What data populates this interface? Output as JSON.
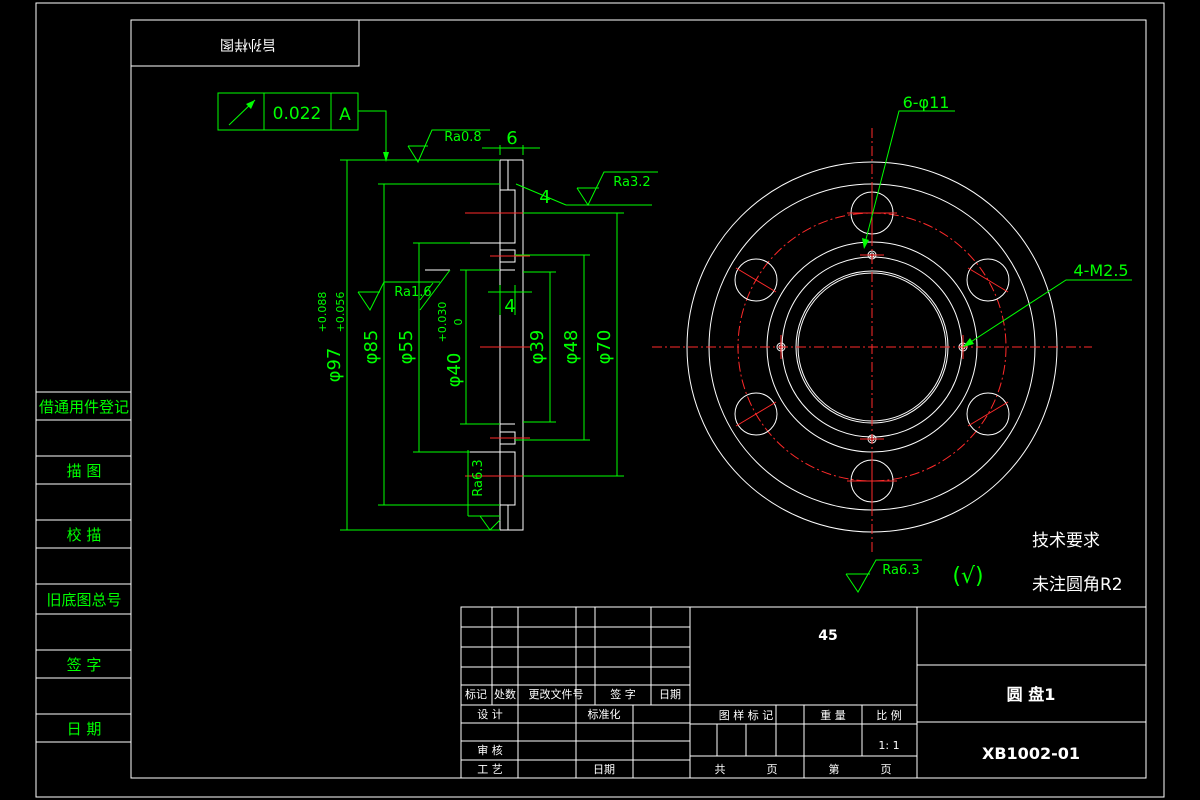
{
  "stamp_top": "旨孙样图",
  "side_column": {
    "labels": [
      "借通用件登记",
      "描 图",
      "校 描",
      "旧底图总号",
      "签 字",
      "日 期"
    ]
  },
  "geometric_tolerance": {
    "value": "0.022",
    "datum": "A"
  },
  "roughness": {
    "ra08": "Ra0.8",
    "ra32": "Ra3.2",
    "ra16": "Ra1.6",
    "ra63_left": "Ra6.3",
    "ra63_general": "Ra6.3"
  },
  "general_roughness_other": "(√)",
  "dimensions": {
    "d6": "6",
    "d4a": "4",
    "d4b": "4",
    "d97": "φ97",
    "d97_tol_upper": "+0.088",
    "d97_tol_lower": "+0.056",
    "d85": "φ85",
    "d55": "φ55",
    "d40": "φ40",
    "d40_tol_upper": "+0.030",
    "d40_tol_lower": "0",
    "d39": "φ39",
    "d48": "φ48",
    "d70": "φ70"
  },
  "callouts": {
    "holes": "6-φ11",
    "threads": "4-M2.5"
  },
  "tech_requirements": {
    "title": "技术要求",
    "line1": "未注圆角R2"
  },
  "title_block": {
    "material": "45",
    "part_name": "圆 盘1",
    "drawing_no": "XB1002-01",
    "rev_headers": [
      "标记",
      "处数",
      "更改文件号",
      "签 字",
      "日期"
    ],
    "design": "设 计",
    "standardization": "标准化",
    "review": "审 核",
    "process": "工 艺",
    "date": "日期",
    "pattern_mark": "图 样 标 记",
    "weight": "重 量",
    "scale_label": "比 例",
    "scale_value": "1: 1",
    "total": "共",
    "page_of": "页",
    "sheet_no": "第",
    "page": "页"
  }
}
